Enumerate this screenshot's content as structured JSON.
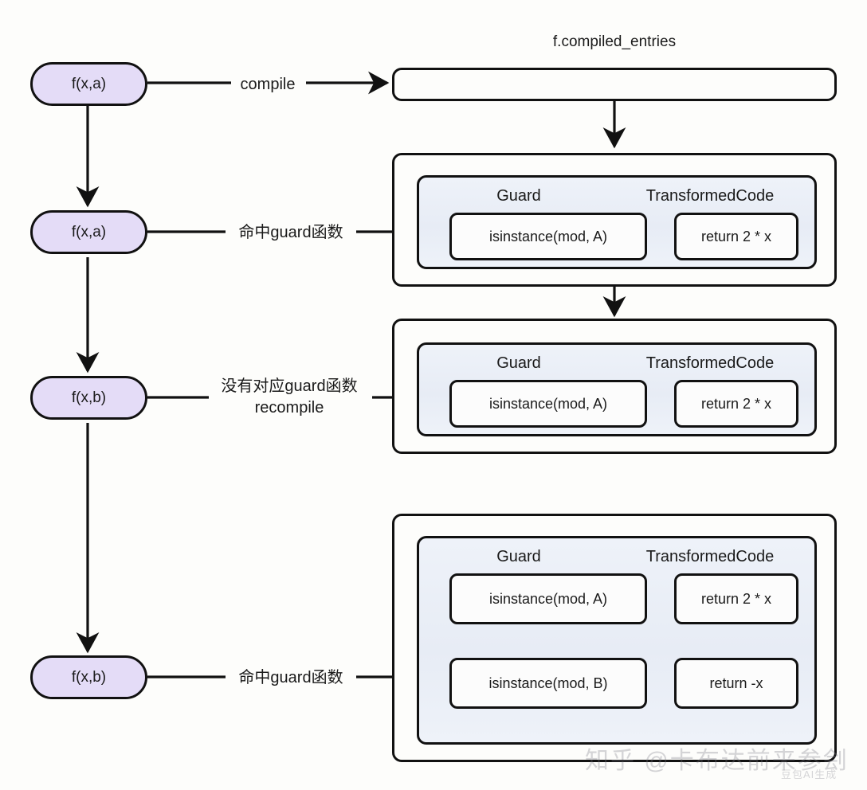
{
  "diagram": {
    "title_caption": "f.compiled_entries",
    "background": "#fdfdfb",
    "node_fill": "#e4dcf7",
    "panel_fill": "#eef2f9",
    "stroke": "#111111"
  },
  "nodes": [
    {
      "id": "n1",
      "label": "f(x,a)"
    },
    {
      "id": "n2",
      "label": "f(x,a)"
    },
    {
      "id": "n3",
      "label": "f(x,b)"
    },
    {
      "id": "n4",
      "label": "f(x,b)"
    }
  ],
  "edge_labels": [
    {
      "id": "e1",
      "text": "compile"
    },
    {
      "id": "e2",
      "text": "命中guard函数"
    },
    {
      "id": "e3",
      "text": "没有对应guard函数\nrecompile"
    },
    {
      "id": "e4",
      "text": "命中guard函数"
    }
  ],
  "columns": {
    "guard": "Guard",
    "transformed_code": "TransformedCode"
  },
  "panels": [
    {
      "id": "panel-1",
      "rows": [
        {
          "guard": "isinstance(mod, A)",
          "code": "return 2 * x"
        }
      ]
    },
    {
      "id": "panel-2",
      "rows": [
        {
          "guard": "isinstance(mod, A)",
          "code": "return 2 * x"
        }
      ]
    },
    {
      "id": "panel-3",
      "rows": [
        {
          "guard": "isinstance(mod, A)",
          "code": "return 2 * x"
        },
        {
          "guard": "isinstance(mod, B)",
          "code": "return -x"
        }
      ]
    }
  ],
  "watermark": {
    "main": "知乎 @卡布达前来参刽",
    "sub": "豆包AI生成"
  }
}
